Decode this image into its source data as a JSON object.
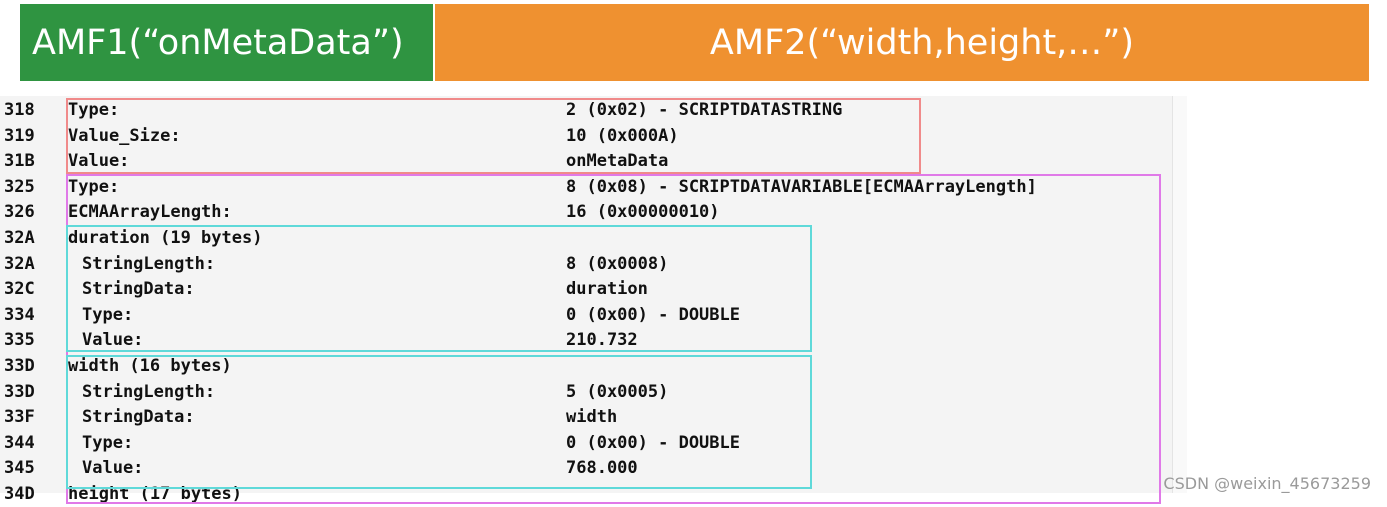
{
  "banners": {
    "amf1": "AMF1(“onMetaData”)",
    "amf2": "AMF2(“width,height,…”)"
  },
  "rows": [
    {
      "offset": "318",
      "field": "Type:",
      "value": "2 (0x02) - SCRIPTDATASTRING",
      "indent": false
    },
    {
      "offset": "319",
      "field": "Value_Size:",
      "value": "10 (0x000A)",
      "indent": false
    },
    {
      "offset": "31B",
      "field": "Value:",
      "value": "onMetaData",
      "indent": false
    },
    {
      "offset": "325",
      "field": "Type:",
      "value": "8 (0x08) - SCRIPTDATAVARIABLE[ECMAArrayLength]",
      "indent": false
    },
    {
      "offset": "326",
      "field": "ECMAArrayLength:",
      "value": "16 (0x00000010)",
      "indent": false
    },
    {
      "offset": "32A",
      "field": "duration (19 bytes)",
      "value": "",
      "indent": false
    },
    {
      "offset": "32A",
      "field": "StringLength:",
      "value": "8 (0x0008)",
      "indent": true
    },
    {
      "offset": "32C",
      "field": "StringData:",
      "value": "duration",
      "indent": true
    },
    {
      "offset": "334",
      "field": "Type:",
      "value": "0 (0x00) - DOUBLE",
      "indent": true
    },
    {
      "offset": "335",
      "field": "Value:",
      "value": "210.732",
      "indent": true
    },
    {
      "offset": "33D",
      "field": "width (16 bytes)",
      "value": "",
      "indent": false
    },
    {
      "offset": "33D",
      "field": "StringLength:",
      "value": "5 (0x0005)",
      "indent": true
    },
    {
      "offset": "33F",
      "field": "StringData:",
      "value": "width",
      "indent": true
    },
    {
      "offset": "344",
      "field": "Type:",
      "value": "0 (0x00) - DOUBLE",
      "indent": true
    },
    {
      "offset": "345",
      "field": "Value:",
      "value": "768.000",
      "indent": true
    },
    {
      "offset": "34D",
      "field": "height (17 bytes)",
      "value": "",
      "indent": false
    }
  ],
  "colors": {
    "amf1_banner": "#2f9441",
    "amf2_banner": "#ef9130",
    "amf1_box": "#f08a8a",
    "amf2_box": "#e079e8",
    "property_box": "#5fd9d9"
  },
  "watermark": "CSDN @weixin_45673259"
}
